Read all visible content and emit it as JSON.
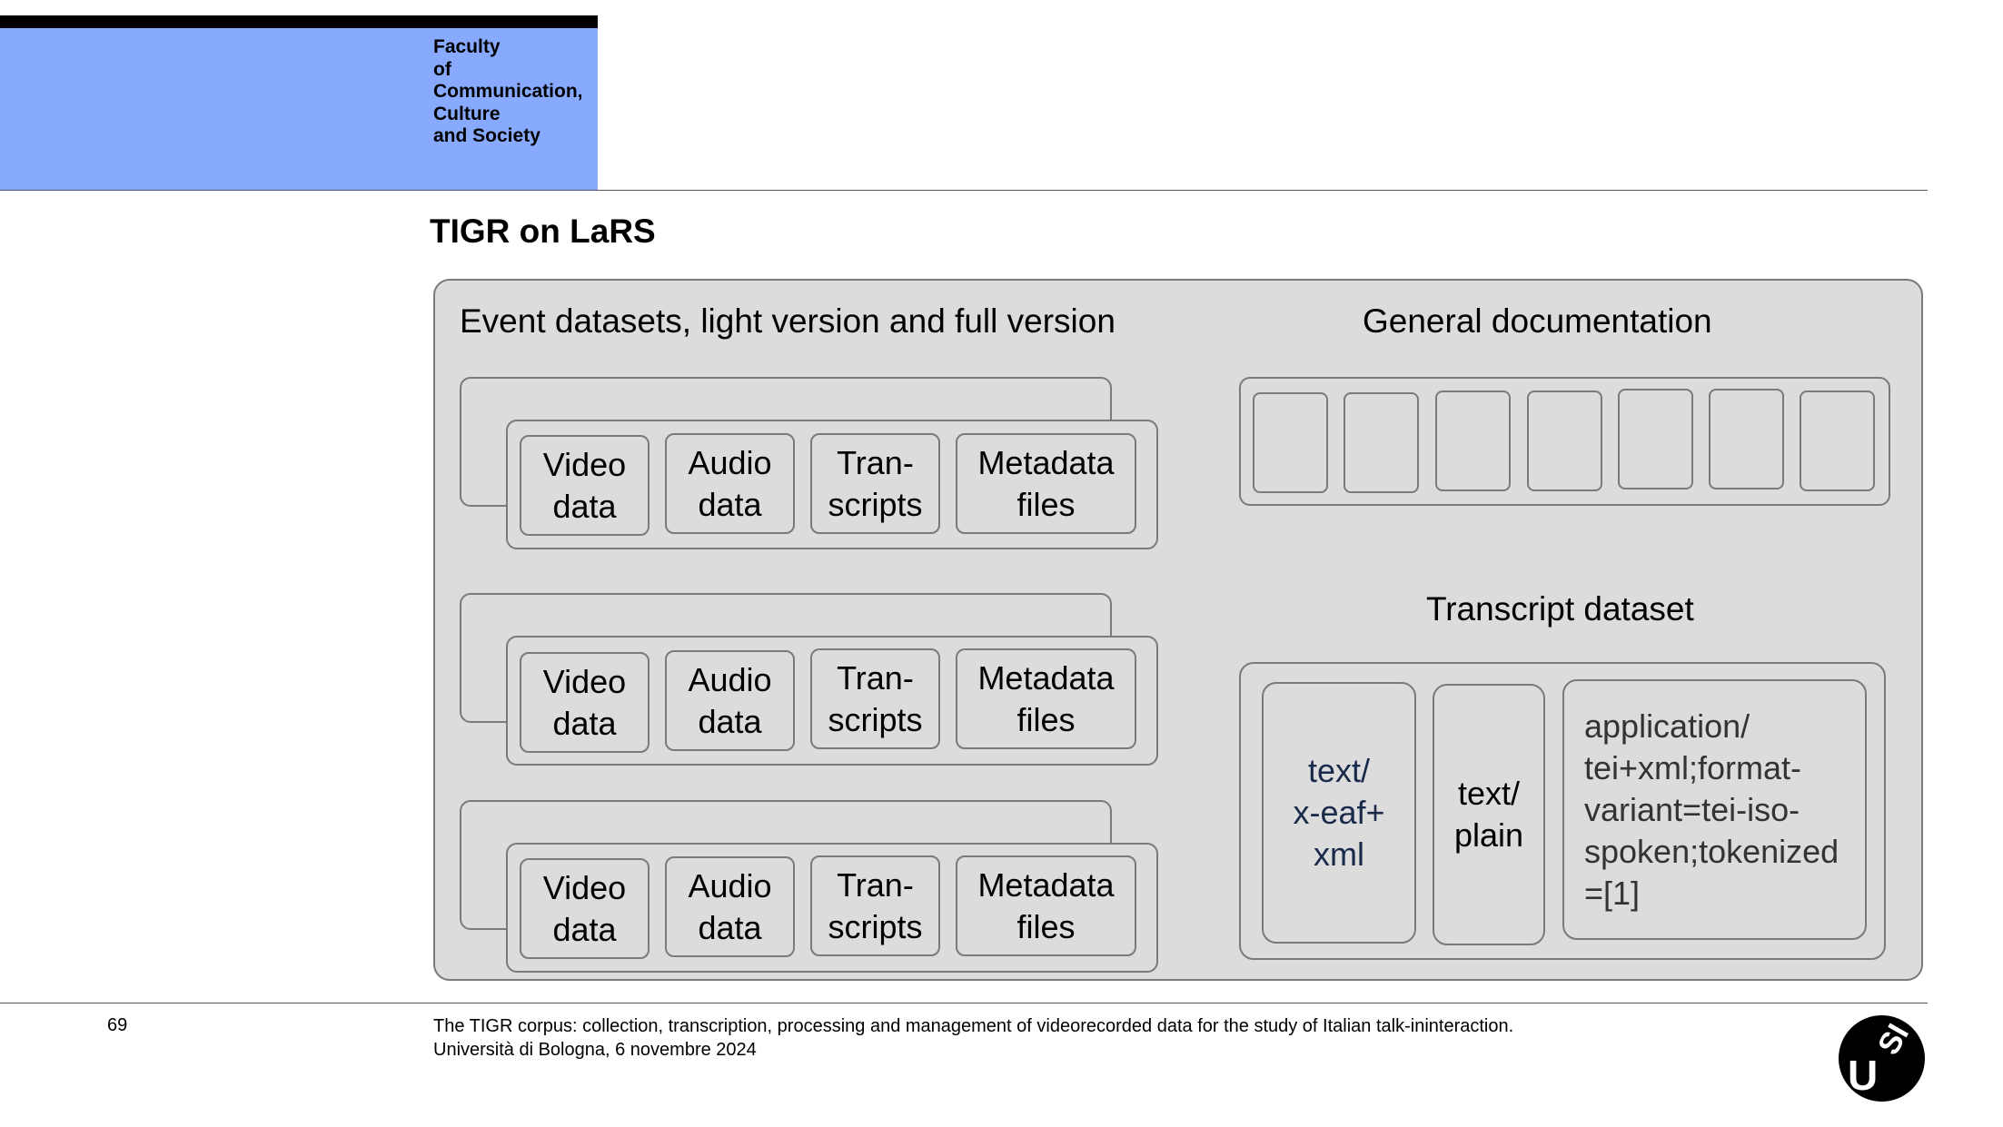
{
  "header": {
    "faculty": "Faculty\nof\nCommunication,\nCulture\nand Society"
  },
  "slide": {
    "title": "TIGR on LaRS"
  },
  "diagram": {
    "event_heading": "Event datasets, light version and full version",
    "general_heading": "General documentation",
    "transcript_heading": "Transcript dataset",
    "event_groups": [
      {
        "items": [
          "Video\ndata",
          "Audio\ndata",
          "Tran-\nscripts",
          "Metadata\nfiles"
        ]
      },
      {
        "items": [
          "Video\ndata",
          "Audio\ndata",
          "Tran-\nscripts",
          "Metadata\nfiles"
        ]
      },
      {
        "items": [
          "Video\ndata",
          "Audio\ndata",
          "Tran-\nscripts",
          "Metadata\nfiles"
        ]
      }
    ],
    "documentation_box_count": 7,
    "transcript_formats": [
      "text/\nx-eaf+\nxml",
      "text/\nplain",
      "application/\ntei+xml;format-\nvariant=tei-iso-\nspoken;tokenized\n=[1]"
    ]
  },
  "footer": {
    "page_number": "69",
    "line1": "The TIGR corpus: collection, transcription, processing and management of videorecorded data for the study of Italian talk-ininteraction.",
    "line2": "Università di Bologna, 6 novembre 2024"
  },
  "logo": {
    "text": "USI"
  }
}
